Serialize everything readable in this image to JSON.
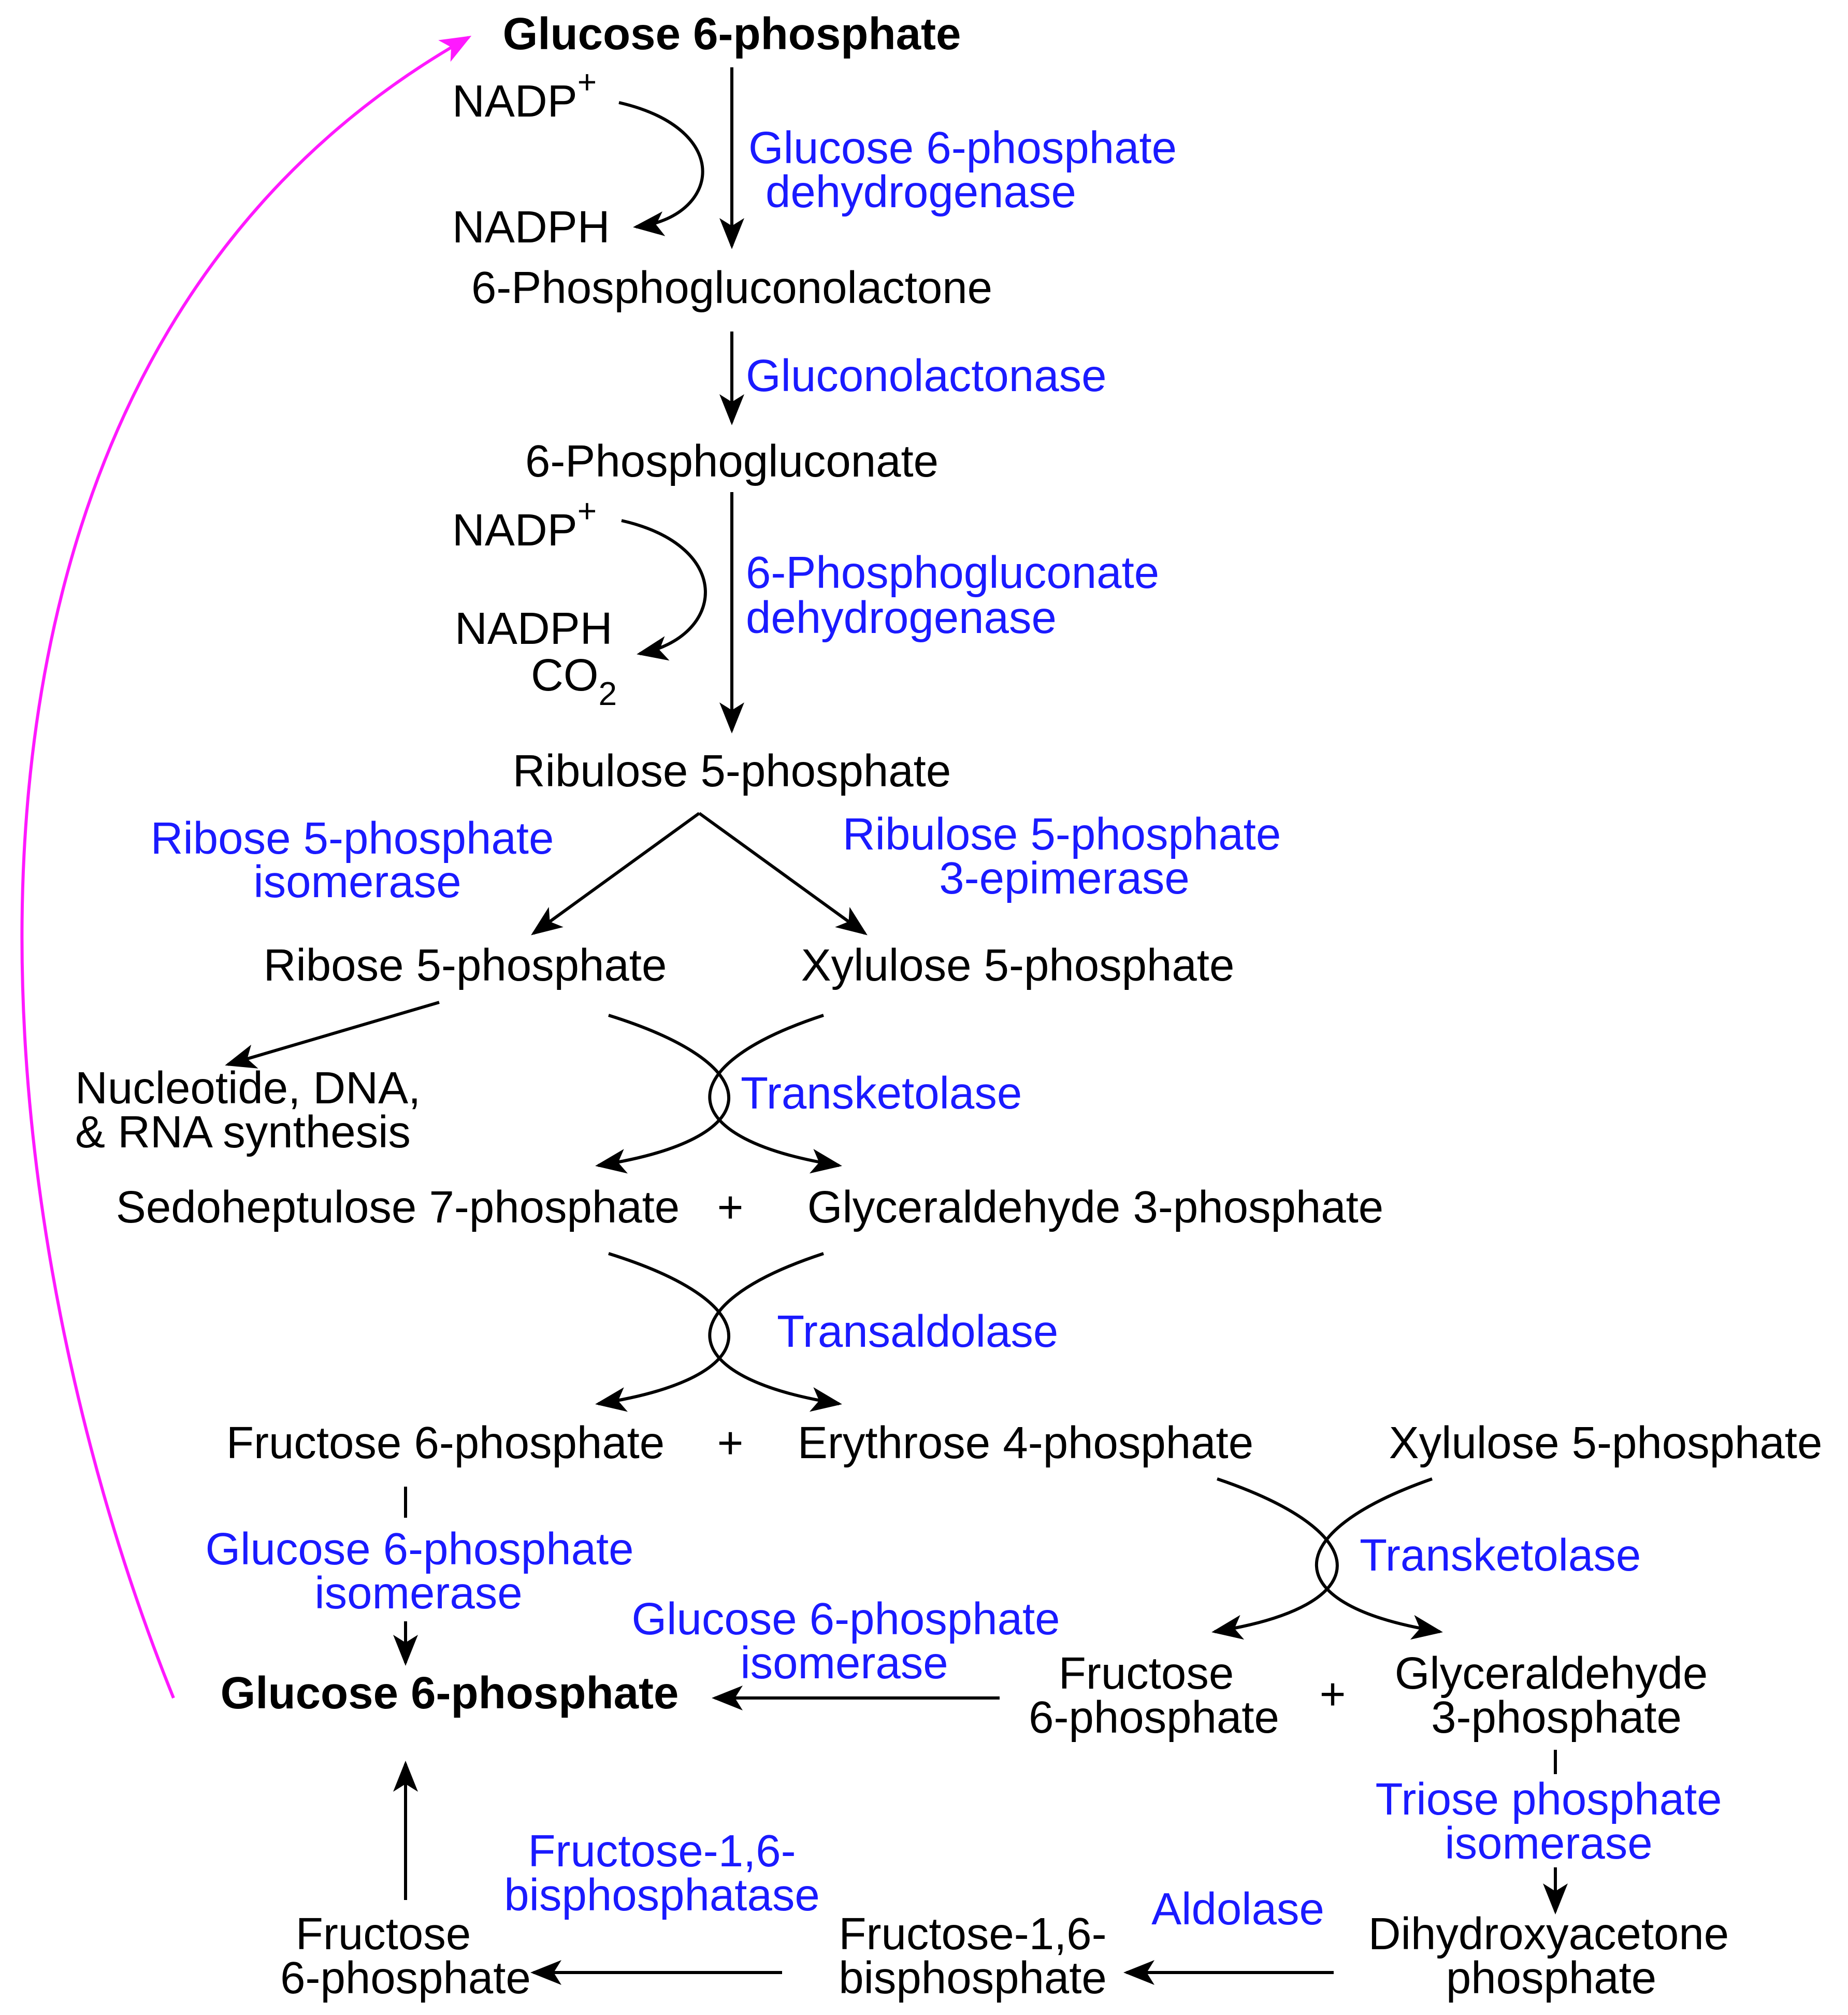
{
  "metabolites": {
    "g6p_top": "Glucose 6-phosphate",
    "nadp_1": "NADP",
    "nadph_1": "NADPH",
    "plus_sign": "+",
    "phosphogluconolactone": "6-Phosphogluconolactone",
    "phosphogluconate": "6-Phosphogluconate",
    "nadp_2": "NADP",
    "nadph_2": "NADPH",
    "co2": "CO",
    "subscript_two": "2",
    "ribulose5p": "Ribulose 5-phosphate",
    "ribose5p": "Ribose 5-phosphate",
    "xylulose5p_1": "Xylulose 5-phosphate",
    "nucleotide_line1": "Nucleotide, DNA,",
    "nucleotide_line2": "& RNA synthesis",
    "sedoheptulose7p": "Sedoheptulose 7-phosphate",
    "glyceraldehyde3p_1": "Glyceraldehyde 3-phosphate",
    "fructose6p_1": "Fructose 6-phosphate",
    "erythrose4p": "Erythrose 4-phosphate",
    "xylulose5p_2": "Xylulose 5-phosphate",
    "g6p_bottom": "Glucose 6-phosphate",
    "fructose6p_2_line1": "Fructose",
    "fructose6p_2_line2": "6-phosphate",
    "glyceraldehyde3p_2_line1": "Glyceraldehyde",
    "glyceraldehyde3p_2_line2": "3-phosphate",
    "fructose6p_3_line1": "Fructose",
    "fructose6p_3_line2": "6-phosphate",
    "fbp_line1": "Fructose-1,6-",
    "fbp_line2": "bisphosphate",
    "dhap_line1": "Dihydroxyacetone",
    "dhap_line2": "phosphate"
  },
  "enzymes": {
    "g6pd_line1": "Glucose 6-phosphate",
    "g6pd_line2": "dehydrogenase",
    "gluconolactonase": "Gluconolactonase",
    "pgd_line1": "6-Phosphogluconate",
    "pgd_line2": "dehydrogenase",
    "rpi_line1": "Ribose 5-phosphate",
    "rpi_line2": "isomerase",
    "rpe_line1": "Ribulose 5-phosphate",
    "rpe_line2": "3-epimerase",
    "transketolase_1": "Transketolase",
    "transaldolase": "Transaldolase",
    "gpi_left_line1": "Glucose 6-phosphate",
    "gpi_left_line2": "isomerase",
    "transketolase_2": "Transketolase",
    "gpi_mid_line1": "Glucose 6-phosphate",
    "gpi_mid_line2": "isomerase",
    "tpi_line1": "Triose phosphate",
    "tpi_line2": "isomerase",
    "fbpase_line1": "Fructose-1,6-",
    "fbpase_line2": "bisphosphatase",
    "aldolase": "Aldolase"
  },
  "colors": {
    "metabolite_text": "#000000",
    "enzyme_text": "#1a1aff",
    "cycle_arrow": "#ff19ff"
  }
}
